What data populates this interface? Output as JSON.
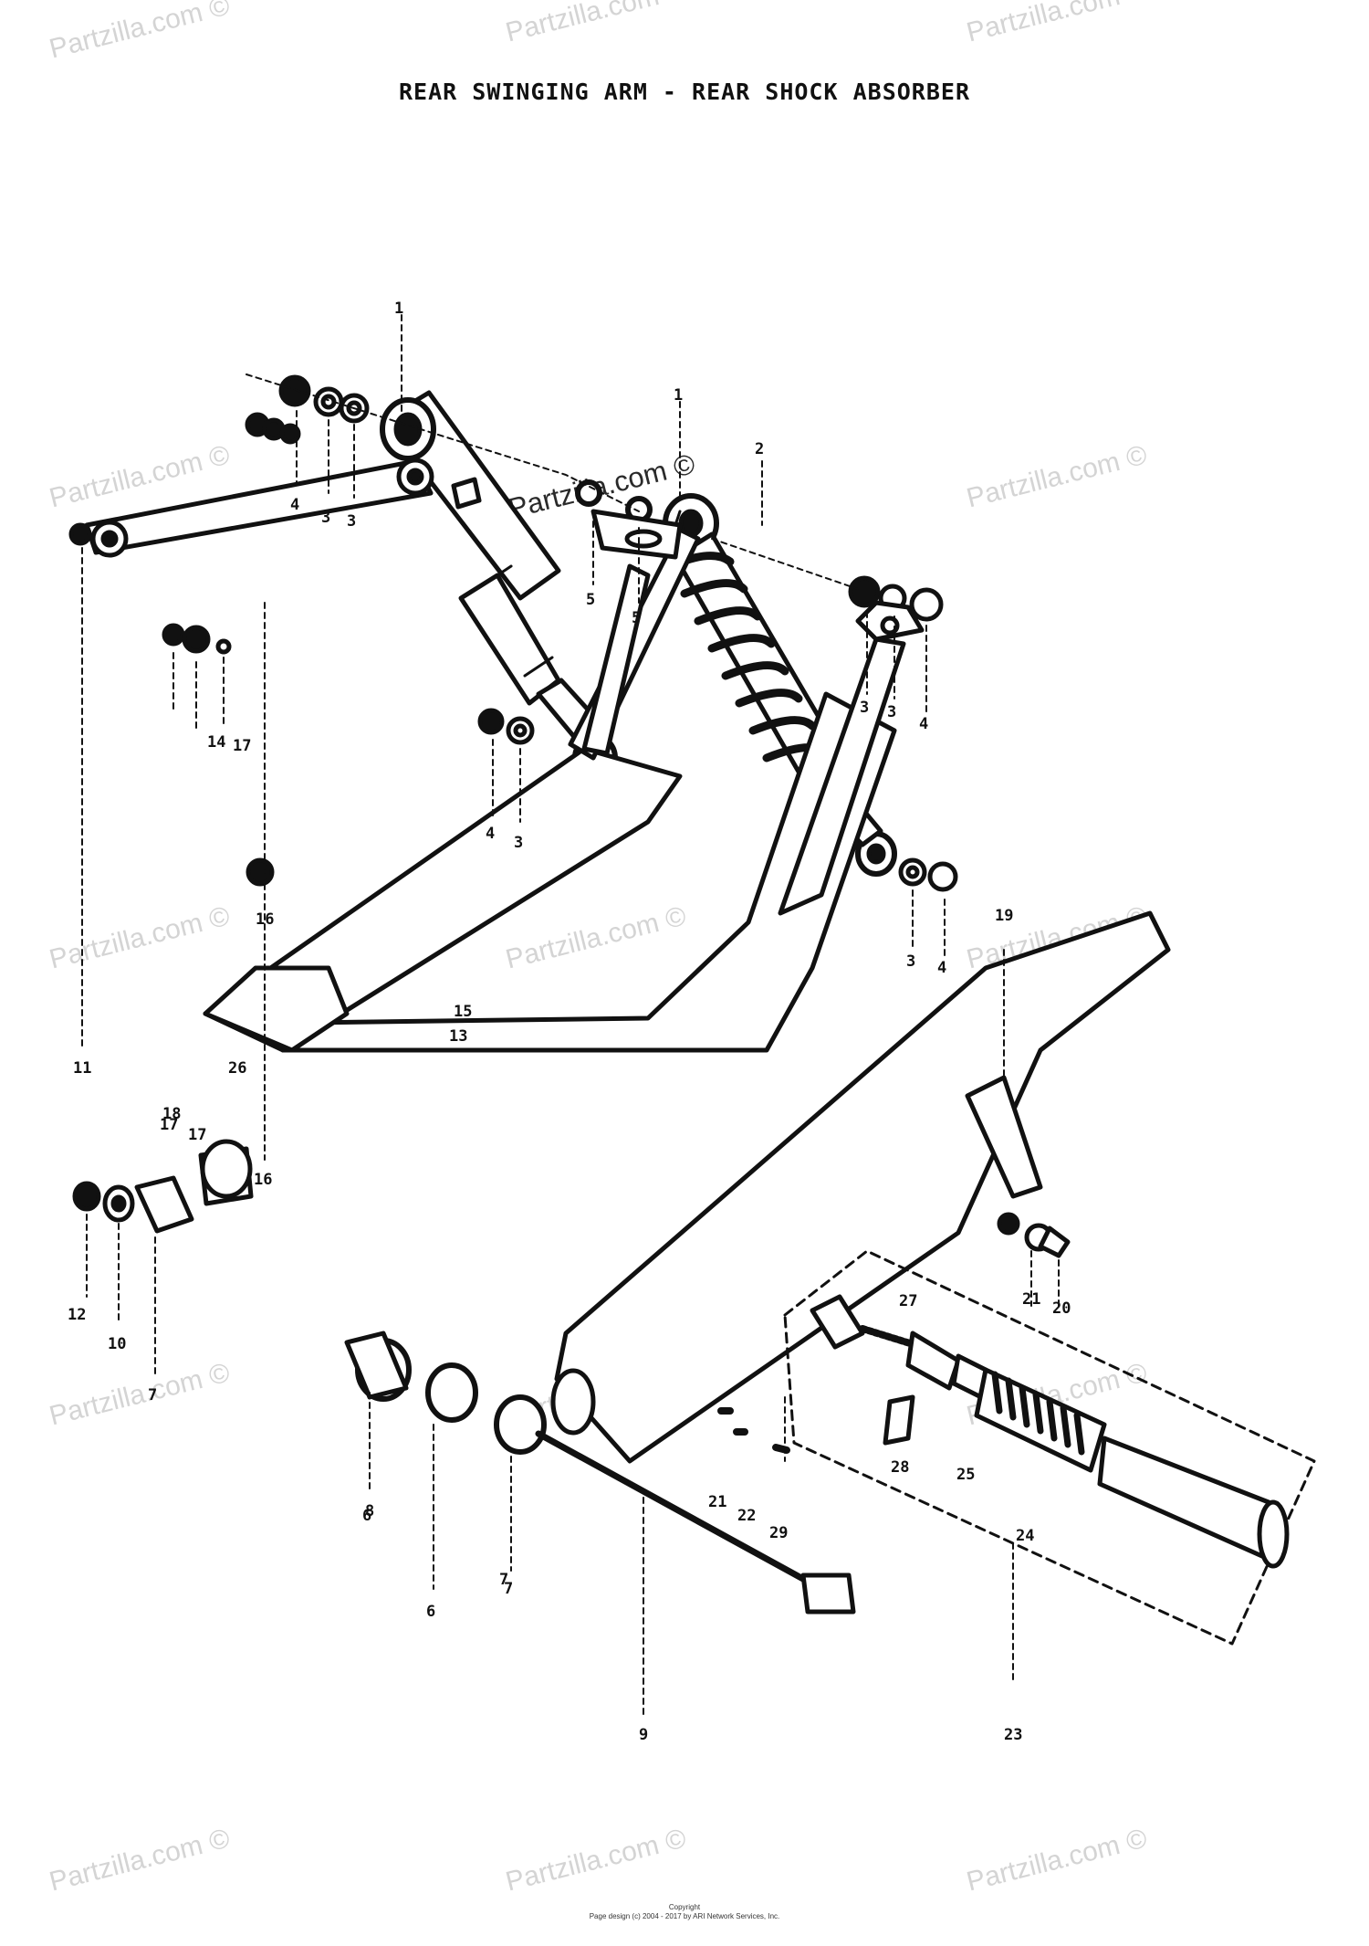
{
  "title": "REAR SWINGING ARM - REAR SHOCK ABSORBER",
  "watermark": "Partzilla.com ©",
  "footer": {
    "copyright": "Copyright",
    "design": "Page design (c) 2004 - 2017 by ARI Network Services, Inc."
  },
  "callouts": [
    "1",
    "1",
    "2",
    "3",
    "3",
    "3",
    "3",
    "3",
    "3",
    "4",
    "4",
    "4",
    "4",
    "5",
    "5",
    "6",
    "6",
    "7",
    "7",
    "7",
    "8",
    "9",
    "10",
    "11",
    "12",
    "13",
    "14",
    "15",
    "16",
    "16",
    "17",
    "17",
    "17",
    "18",
    "19",
    "20",
    "21",
    "21",
    "22",
    "23",
    "24",
    "25",
    "26",
    "27",
    "28",
    "29"
  ]
}
